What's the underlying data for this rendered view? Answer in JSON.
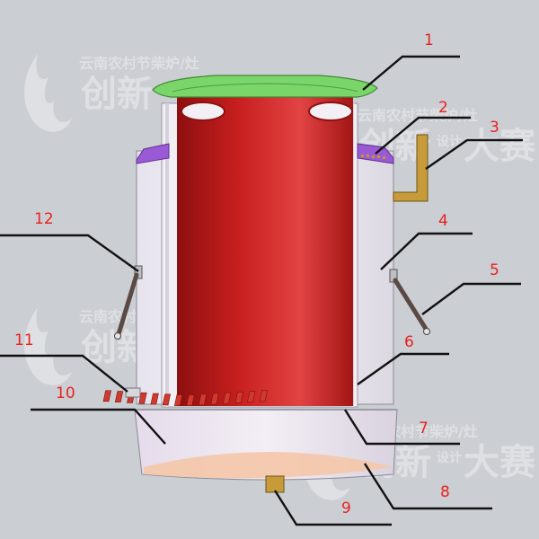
{
  "watermark": {
    "line1": "云南农村节柴炉/灶",
    "line2": "创新",
    "line3": "设计",
    "line4": "大赛"
  },
  "labels": [
    "1",
    "2",
    "3",
    "4",
    "5",
    "6",
    "7",
    "8",
    "9",
    "10",
    "11",
    "12"
  ],
  "colors": {
    "background": "#cbced3",
    "combustion_chamber": "#c41e1e",
    "top_ring": "#7bd66a",
    "secondary_air_ring": "#9a5ad6",
    "pipe": "#c79b3a",
    "grate_bars": "#d03a2e",
    "ash_bottom": "#f4c6a8",
    "label_text": "#e8231f"
  }
}
